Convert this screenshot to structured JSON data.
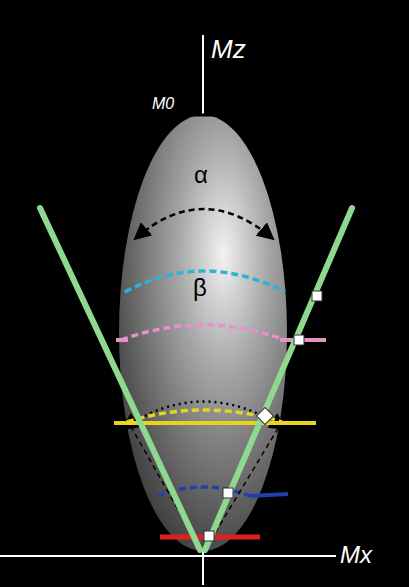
{
  "diagram": {
    "labels": [
      "Mz",
      "M0",
      "α",
      "β",
      "Mx"
    ]
  }
}
